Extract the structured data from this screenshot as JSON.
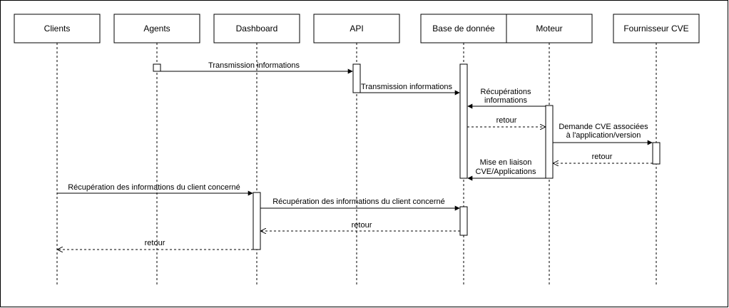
{
  "actors": [
    {
      "id": "clients",
      "label": "Clients"
    },
    {
      "id": "agents",
      "label": "Agents"
    },
    {
      "id": "dashboard",
      "label": "Dashboard"
    },
    {
      "id": "api",
      "label": "API"
    },
    {
      "id": "db",
      "label": "Base de donnée"
    },
    {
      "id": "moteur",
      "label": "Moteur"
    },
    {
      "id": "cve",
      "label": "Fournisseur CVE"
    }
  ],
  "messages": [
    {
      "id": "msg-agents-api",
      "label": "Transmission informations",
      "from": "agents",
      "to": "api",
      "style": "solid"
    },
    {
      "id": "msg-api-db",
      "label": "Transmission informations",
      "from": "api",
      "to": "db",
      "style": "solid"
    },
    {
      "id": "msg-moteur-db-recup",
      "lines": [
        "Récupérations",
        "informations"
      ],
      "from": "moteur",
      "to": "db",
      "style": "solid"
    },
    {
      "id": "msg-db-moteur-retour",
      "label": "retour",
      "from": "db",
      "to": "moteur",
      "style": "dashed"
    },
    {
      "id": "msg-moteur-cve",
      "lines": [
        "Demande CVE associées",
        "à l'application/version"
      ],
      "from": "moteur",
      "to": "cve",
      "style": "solid"
    },
    {
      "id": "msg-cve-moteur-retour",
      "label": "retour",
      "from": "cve",
      "to": "moteur",
      "style": "dashed"
    },
    {
      "id": "msg-moteur-db-liaison",
      "lines": [
        "Mise en liaison",
        "CVE/Applications"
      ],
      "from": "moteur",
      "to": "db",
      "style": "solid"
    },
    {
      "id": "msg-clients-dashboard",
      "label": "Récupération des informations du client concerné",
      "from": "clients",
      "to": "dashboard",
      "style": "solid"
    },
    {
      "id": "msg-dashboard-db",
      "label": "Récupération des informations du client concerné",
      "from": "dashboard",
      "to": "db",
      "style": "solid"
    },
    {
      "id": "msg-db-dashboard-retour",
      "label": "retour",
      "from": "db",
      "to": "dashboard",
      "style": "dashed"
    },
    {
      "id": "msg-dashboard-clients-retour",
      "label": "retour",
      "from": "dashboard",
      "to": "clients",
      "style": "dashed"
    }
  ]
}
